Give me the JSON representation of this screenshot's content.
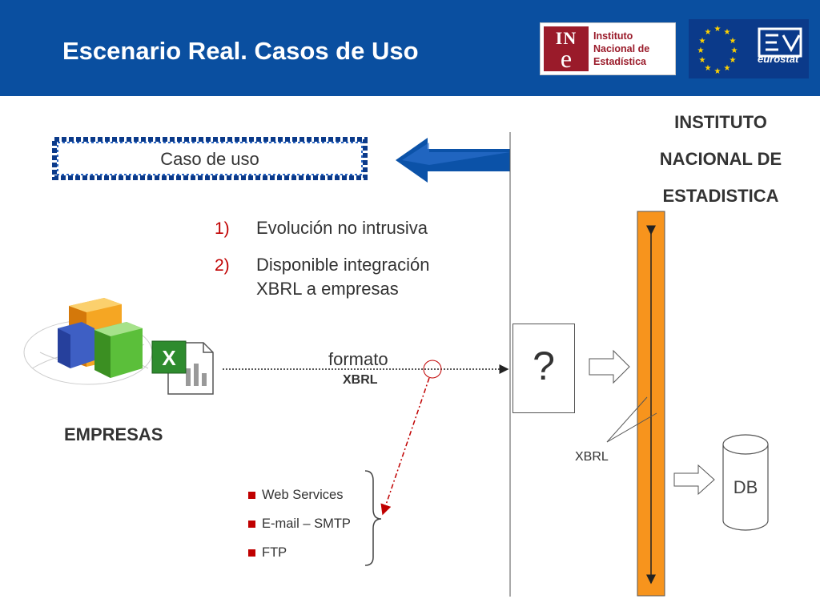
{
  "header": {
    "title": "Escenario Real. Casos de Uso",
    "background": "#0a4fa0"
  },
  "logos": {
    "ine": {
      "mark_top": "IN",
      "mark_bottom": "e",
      "line1": "Instituto",
      "line2": "Nacional de",
      "line3": "Estadística",
      "color": "#9a1b2a"
    },
    "eurostat": {
      "text": "eurostat",
      "icon": "eu-stars-flag-icon"
    }
  },
  "diagram": {
    "case_label": "Caso de uso",
    "organization": [
      "INSTITUTO",
      "NACIONAL DE",
      "ESTADISTICA"
    ],
    "list": [
      {
        "num": "1)",
        "lines": [
          "Evolución no intrusiva"
        ]
      },
      {
        "num": "2)",
        "lines": [
          "Disponible integración",
          "XBRL a empresas"
        ]
      }
    ],
    "companies_label": "EMPRESAS",
    "format_label": "formato",
    "format_value": "XBRL",
    "unknown_box": "?",
    "xbrl_label": "XBRL",
    "db_label": "DB",
    "protocols": [
      "Web Services",
      "E-mail – SMTP",
      "FTP"
    ],
    "colors": {
      "accent_red": "#c00000",
      "bus_orange": "#f7941d",
      "arrow_blue": "#0b52a8"
    }
  }
}
